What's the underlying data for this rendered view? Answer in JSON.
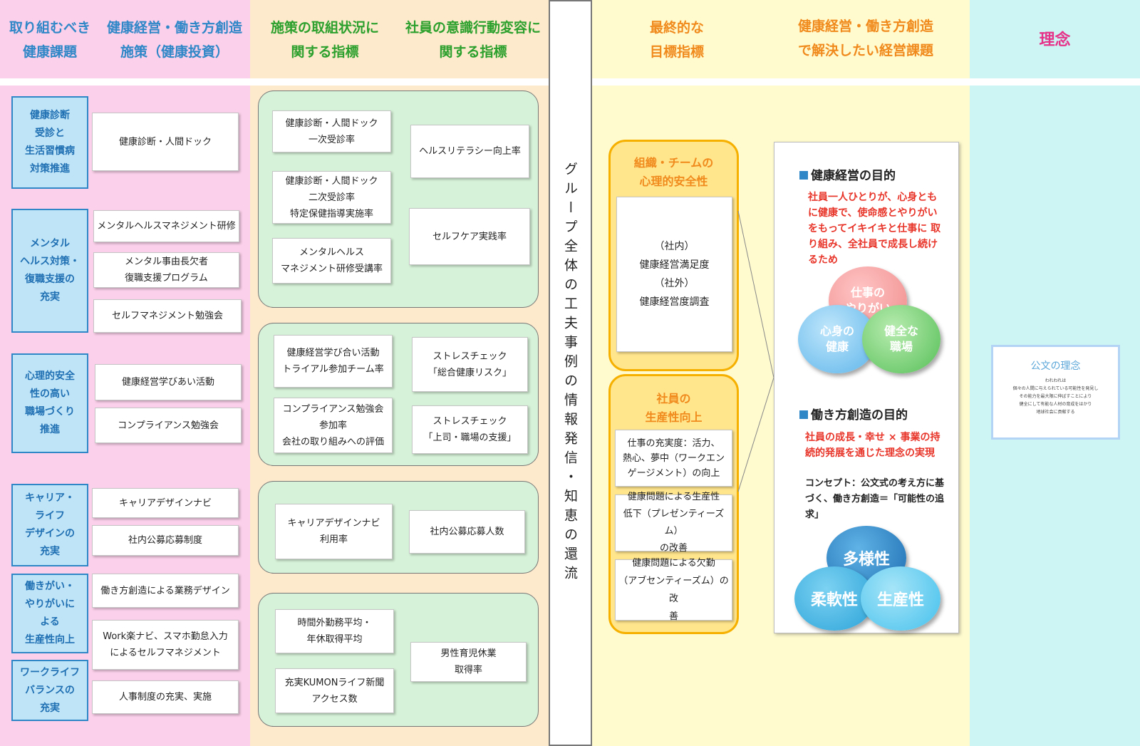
{
  "headers": {
    "health_issues": "取り組むべき\n健康課題",
    "measures": "健康経営・働き方創造\n施策（健康投資）",
    "measure_status": "施策の取組状況に\n関する指標",
    "awareness": "社員の意識行動変容に\n関する指標",
    "final_goal": "最終的な\n目標指標",
    "business_issue": "健康経営・働き方創造\nで解決したい経営課題",
    "philosophy": "理念"
  },
  "issues": [
    "健康診断\n受診と\n生活習慣病\n対策推進",
    "メンタル\nヘルス対策・\n復職支援の\n充実",
    "心理的安全\n性の高い\n職場づくり\n推進",
    "キャリア・\nライフ\nデザインの\n充実",
    "働きがい・\nやりがいに\nよる\n生産性向上",
    "ワークライフ\nバランスの\n充実"
  ],
  "measures": [
    "健康診断・人間ドック",
    "メンタルヘルスマネジメント研修",
    "メンタル事由長欠者\n復職支援プログラム",
    "セルフマネジメント勉強会",
    "健康経営学びあい活動",
    "コンプライアンス勉強会",
    "キャリアデザインナビ",
    "社内公募応募制度",
    "働き方創造による業務デザイン",
    "Work楽ナビ、スマホ勤怠入力\nによるセルフマネジメント",
    "人事制度の充実、実施"
  ],
  "status_indicators": [
    "健康診断・人間ドック\n一次受診率",
    "健康診断・人間ドック\n二次受診率\n特定保健指導実施率",
    "メンタルヘルス\nマネジメント研修受講率",
    "健康経営学び合い活動\nトライアル参加チーム率",
    "コンプライアンス勉強会\n参加率\n会社の取り組みへの評価",
    "キャリアデザインナビ\n利用率",
    "時間外勤務平均・\n年休取得平均",
    "充実KUMONライフ新聞\nアクセス数"
  ],
  "awareness_indicators": [
    "ヘルスリテラシー向上率",
    "セルフケア実践率",
    "ストレスチェック\n「総合健康リスク」",
    "ストレスチェック\n「上司・職場の支援」",
    "社内公募応募人数",
    "男性育児休業\n取得率"
  ],
  "vertical_text": "グループ全体の工夫事例の情報発信・知恵の還流",
  "goal_groups": [
    {
      "title": "組織・チームの\n心理的安全性",
      "items": [
        "（社内）\n健康経営満足度\n（社外）\n健康経営度調査"
      ]
    },
    {
      "title": "社員の\n生産性向上",
      "items": [
        "仕事の充実度：活力、\n熱心、夢中（ワークエン\nゲージメント）の向上",
        "健康問題による生産性\n低下（プレゼンティーズム）\nの改善",
        "健康問題による欠勤\n（アブセンティーズム）の改\n善"
      ]
    }
  ],
  "business": {
    "health_purpose_title": "健康経営の目的",
    "health_purpose_text": "社員一人ひとりが、心身ともに健康で、使命感とやりがいをもってイキイキと仕事に 取り組み、全社員で成長し続けるため",
    "health_circles": [
      "仕事の\nやりがい",
      "心身の\n健康",
      "健全な\n職場"
    ],
    "work_purpose_title": "働き方創造の目的",
    "work_purpose_text": "社員の成長・幸せ × 事業の持続的発展を通じた理念の実現",
    "concept_text": "コンセプト：公文式の考え方に基づく、働き方創造＝「可能性の追求」",
    "work_circles": [
      "多様性",
      "柔軟性",
      "生産性"
    ]
  },
  "philosophy_card": {
    "title": "公文の理念",
    "lines": [
      "われわれは",
      "個々の人間に与えられている可能性を発見し",
      "その能力を最大限に伸ばすことにより",
      "健全にして有能な人材の育成をはかり",
      "地球社会に貢献する"
    ]
  },
  "colors": {
    "pink_bg": "#fbd0ea",
    "peach_bg": "#fde9cb",
    "yellow_bg": "#fffbcf",
    "cyan_bg": "#cdf5f3",
    "blue_text": "#2f87c8",
    "green_text": "#2ca02c",
    "orange_text": "#f08a1c",
    "magenta_text": "#e6338a",
    "red_text": "#e8352a"
  }
}
